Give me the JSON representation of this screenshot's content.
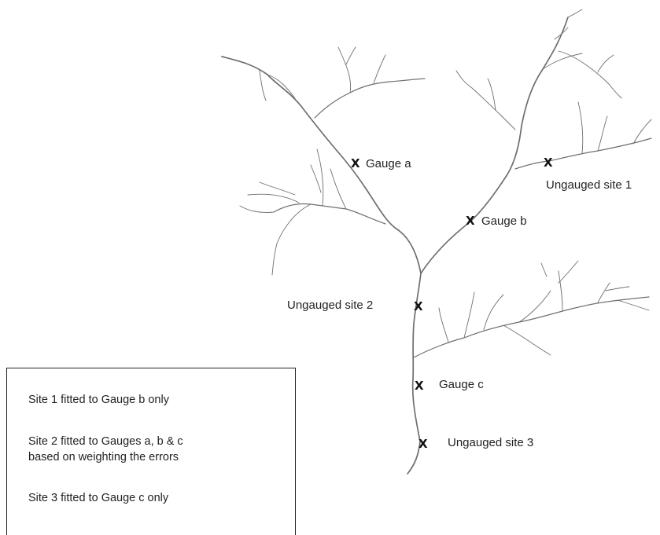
{
  "markers": {
    "symbol": "X",
    "gauge_a": "Gauge a",
    "gauge_b": "Gauge b",
    "gauge_c": "Gauge c",
    "site_1": "Ungauged site 1",
    "site_2": "Ungauged site 2",
    "site_3": "Ungauged site 3"
  },
  "legend": {
    "item_1": "Site 1 fitted to Gauge b only",
    "item_2": "Site 2 fitted to Gauges a, b & c\nbased on weighting the errors",
    "item_3": "Site 3 fitted to Gauge c only"
  },
  "colors": {
    "river": "#6f6f6f",
    "text": "#222222"
  }
}
